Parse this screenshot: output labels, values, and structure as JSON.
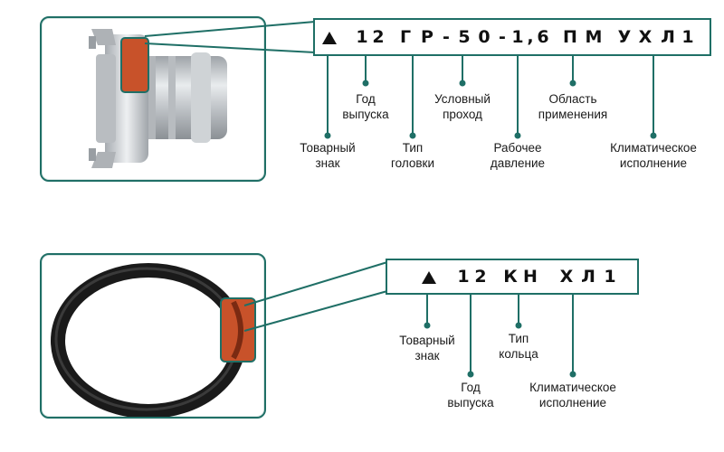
{
  "coupling_marking": {
    "code_chars": [
      "1",
      "2",
      "Г",
      "Р",
      "-",
      "5",
      "0",
      "-",
      "1",
      ",",
      "6",
      "П",
      "М",
      "У",
      "Х",
      "Л",
      "1"
    ],
    "labels": {
      "trademark": "Товарный\nзнак",
      "year": "Год\nвыпуска",
      "head_type": "Тип\nголовки",
      "nominal_bore": "Условный\nпроход",
      "working_pressure": "Рабочее\nдавление",
      "application_area": "Область\nприменения",
      "climatic_version": "Климатическое\nисполнение"
    }
  },
  "ring_marking": {
    "code_chars": [
      "1",
      "2",
      "К",
      "Н",
      "Х",
      "Л",
      "1"
    ],
    "labels": {
      "trademark": "Товарный\nзнак",
      "year": "Год\nвыпуска",
      "ring_type": "Тип\nкольца",
      "climatic_version": "Климатическое\nисполнение"
    }
  },
  "colors": {
    "frame": "#1f6f66",
    "highlight": "#c8522a",
    "metal": "#c9ccd0"
  }
}
